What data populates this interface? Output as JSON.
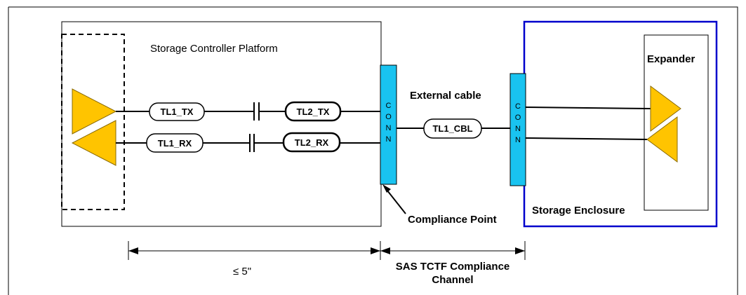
{
  "platform": {
    "label": "Storage Controller Platform"
  },
  "enclosure": {
    "label": "Storage Enclosure"
  },
  "expander": {
    "label": "Expander"
  },
  "external_cable_label": "External cable",
  "compliance_point_label": "Compliance Point",
  "dimension_label": "≤ 5\"",
  "channel_label_line1": "SAS TCTF Compliance",
  "channel_label_line2": "Channel",
  "connectors": {
    "left": "C O N N",
    "right": "C O N N"
  },
  "tl": {
    "tl1_tx": "TL1_TX",
    "tl2_tx": "TL2_TX",
    "tl1_rx": "TL1_RX",
    "tl2_rx": "TL2_RX",
    "tl1_cbl": "TL1_CBL"
  },
  "colors": {
    "amplifier": "#FFC400",
    "connector": "#19C3F0",
    "enclosure_border": "#0000CC",
    "line": "#000000"
  }
}
